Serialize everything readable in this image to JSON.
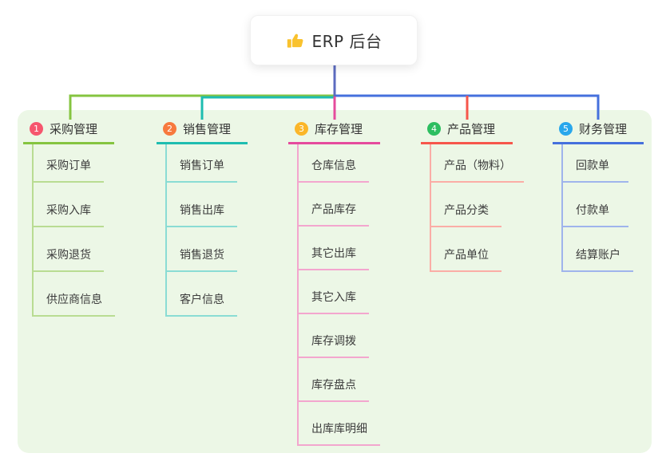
{
  "root": {
    "title": "ERP 后台",
    "icon": "thumbs-up-icon",
    "icon_color": "#fbc02d"
  },
  "colors": {
    "root_line": "#5c6bc0",
    "panel_bg": "#ecf7e6",
    "card_bg": "#ffffff",
    "title_text": "#333333",
    "child_text": "#3c3c3c"
  },
  "branches": [
    {
      "index": "1",
      "label": "采购管理",
      "badge_color": "#f6566e",
      "line_color": "#85c440",
      "child_line_color": "#b9dc92",
      "children": [
        "采购订单",
        "采购入库",
        "采购退货",
        "供应商信息"
      ]
    },
    {
      "index": "2",
      "label": "销售管理",
      "badge_color": "#f7793e",
      "line_color": "#1ebdb0",
      "child_line_color": "#8adcd4",
      "children": [
        "销售订单",
        "销售出库",
        "销售退货",
        "客户信息"
      ]
    },
    {
      "index": "3",
      "label": "库存管理",
      "badge_color": "#fbb629",
      "line_color": "#e54b9d",
      "child_line_color": "#f3a6ce",
      "children": [
        "仓库信息",
        "产品库存",
        "其它出库",
        "其它入库",
        "库存调拨",
        "库存盘点",
        "出库库明细"
      ]
    },
    {
      "index": "4",
      "label": "产品管理",
      "badge_color": "#2dbe60",
      "line_color": "#f6564b",
      "child_line_color": "#fbada6",
      "children": [
        "产品（物料）",
        "产品分类",
        "产品单位"
      ]
    },
    {
      "index": "5",
      "label": "财务管理",
      "badge_color": "#29a7ec",
      "line_color": "#4570dd",
      "child_line_color": "#9fb4ec",
      "children": [
        "回款单",
        "付款单",
        "结算账户"
      ]
    }
  ]
}
